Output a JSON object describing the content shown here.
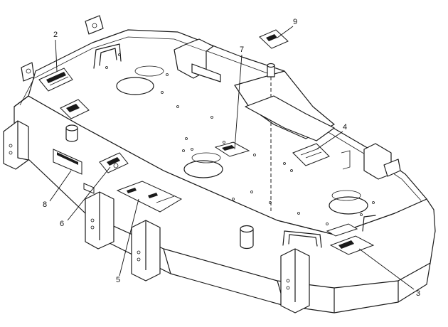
{
  "callouts": [
    {
      "id": "c2",
      "label": "2"
    },
    {
      "id": "c9",
      "label": "9"
    },
    {
      "id": "c7",
      "label": "7"
    },
    {
      "id": "c4",
      "label": "4"
    },
    {
      "id": "c8",
      "label": "8"
    },
    {
      "id": "c6",
      "label": "6"
    },
    {
      "id": "c5",
      "label": "5"
    },
    {
      "id": "c3",
      "label": "3"
    }
  ],
  "colors": {
    "ink": "#1a1a1a",
    "background": "#ffffff"
  }
}
